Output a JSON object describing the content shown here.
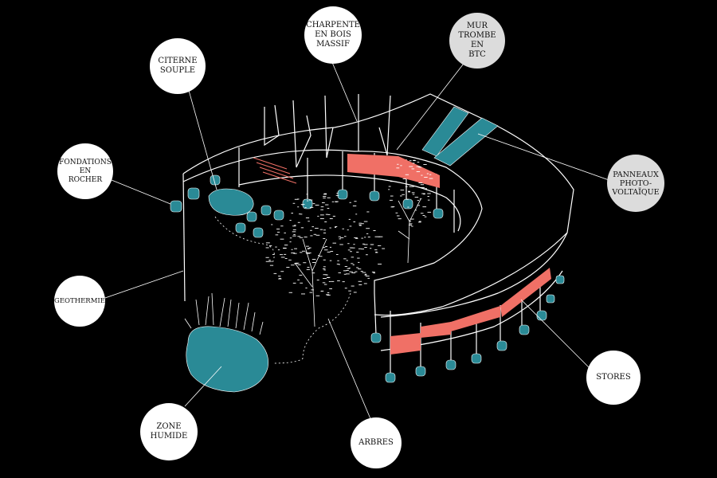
{
  "colors": {
    "background": "#000000",
    "line": "#ffffff",
    "water": "#2a8a96",
    "store": "#f07066",
    "bubble": "#ffffff",
    "bubble_alt": "#dcdcdc"
  },
  "labels": {
    "charpente": "CHARPENTE\nEN BOIS\nMASSIF",
    "mur_trombe": "MUR\nTROMBE EN\nBTC",
    "citerne": "CITERNE\nSOUPLE",
    "fondations": "FONDATIONS\nEN\nROCHER",
    "panneaux": "PANNEAUX\nPHOTO-\nVOLTAÏQUE",
    "geothermie": "GEOTHERMIE",
    "stores": "STORES",
    "zone_humide": "ZONE\nHUMIDE",
    "arbres": "ARBRES"
  }
}
